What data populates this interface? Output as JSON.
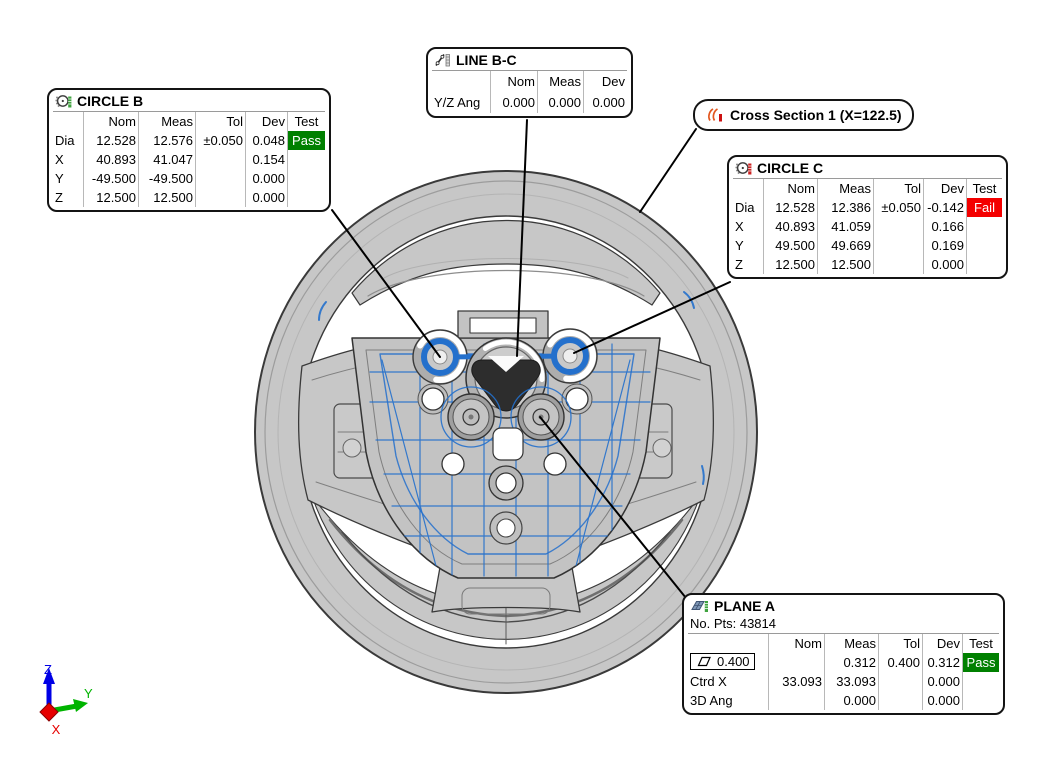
{
  "colors": {
    "pass_bg": "#008000",
    "fail_bg": "#f40000",
    "feature_blue": "#2470cc",
    "axis_x": "#e60000",
    "axis_y": "#00b400",
    "axis_z": "#0000e6"
  },
  "callouts": {
    "circle_b": {
      "title": "CIRCLE B",
      "headers": {
        "nom": "Nom",
        "meas": "Meas",
        "tol": "Tol",
        "dev": "Dev",
        "test": "Test"
      },
      "rows": [
        {
          "label": "Dia",
          "nom": "12.528",
          "meas": "12.576",
          "tol": "±0.050",
          "dev": "0.048",
          "test": "Pass"
        },
        {
          "label": "X",
          "nom": "40.893",
          "meas": "41.047",
          "tol": "",
          "dev": "0.154",
          "test": ""
        },
        {
          "label": "Y",
          "nom": "-49.500",
          "meas": "-49.500",
          "tol": "",
          "dev": "0.000",
          "test": ""
        },
        {
          "label": "Z",
          "nom": "12.500",
          "meas": "12.500",
          "tol": "",
          "dev": "0.000",
          "test": ""
        }
      ]
    },
    "line_bc": {
      "title": "LINE B-C",
      "headers": {
        "nom": "Nom",
        "meas": "Meas",
        "dev": "Dev"
      },
      "rows": [
        {
          "label": "Y/Z Ang",
          "nom": "0.000",
          "meas": "0.000",
          "dev": "0.000"
        }
      ]
    },
    "cross_section": {
      "label": "Cross Section 1 (X=122.5)"
    },
    "circle_c": {
      "title": "CIRCLE C",
      "headers": {
        "nom": "Nom",
        "meas": "Meas",
        "tol": "Tol",
        "dev": "Dev",
        "test": "Test"
      },
      "rows": [
        {
          "label": "Dia",
          "nom": "12.528",
          "meas": "12.386",
          "tol": "±0.050",
          "dev": "-0.142",
          "test": "Fail"
        },
        {
          "label": "X",
          "nom": "40.893",
          "meas": "41.059",
          "tol": "",
          "dev": "0.166",
          "test": ""
        },
        {
          "label": "Y",
          "nom": "49.500",
          "meas": "49.669",
          "tol": "",
          "dev": "0.169",
          "test": ""
        },
        {
          "label": "Z",
          "nom": "12.500",
          "meas": "12.500",
          "tol": "",
          "dev": "0.000",
          "test": ""
        }
      ]
    },
    "plane_a": {
      "title": "PLANE A",
      "subtitle": "No. Pts: 43814",
      "headers": {
        "nom": "Nom",
        "meas": "Meas",
        "tol": "Tol",
        "dev": "Dev",
        "test": "Test"
      },
      "flatness_value": "0.400",
      "rows": [
        {
          "label": "",
          "nom": "",
          "meas": "0.312",
          "tol": "0.400",
          "dev": "0.312",
          "test": "Pass"
        },
        {
          "label": "Ctrd X",
          "nom": "33.093",
          "meas": "33.093",
          "tol": "",
          "dev": "0.000",
          "test": ""
        },
        {
          "label": "3D Ang",
          "nom": "",
          "meas": "0.000",
          "tol": "",
          "dev": "0.000",
          "test": ""
        }
      ]
    }
  },
  "axis_triad": {
    "x_label": "X",
    "y_label": "Y",
    "z_label": "Z"
  }
}
